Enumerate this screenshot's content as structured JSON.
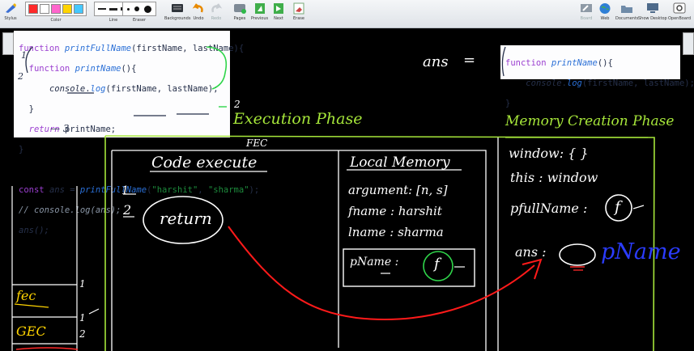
{
  "toolbar": {
    "stylus": "Stylus",
    "color": "Color",
    "line": "Line",
    "eraser": "Eraser",
    "backgrounds": "Backgrounds",
    "undo": "Undo",
    "redo": "Redo",
    "pages": "Pages",
    "previous": "Previous",
    "next": "Next",
    "erase": "Erase",
    "board": "Board",
    "web": "Web",
    "documents": "Documents",
    "show_desktop": "Show Desktop",
    "openboard": "OpenBoard",
    "swatches": [
      "#ff2a2a",
      "#ffffff",
      "#ff66cc",
      "#ffd400",
      "#45c8ff"
    ]
  },
  "code_main": {
    "l1_kw": "function",
    "l1_fn": "printFullName",
    "l1_rest": "(firstName, lastName){",
    "l2_kw": "function",
    "l2_fn": "printName",
    "l2_rest": "(){",
    "l3_obj": "console",
    "l3_fn": "log",
    "l3_rest": "(firstName, lastName);",
    "l4": "}",
    "l5_kw": "return",
    "l5_rest": " printName;",
    "l6": "}",
    "l8_kw": "const",
    "l8_var": "ans",
    "l8_fn": "printFullName",
    "l8_s1": "\"harshit\"",
    "l8_s2": "\"sharma\"",
    "l9": "// console.log(ans);",
    "l10": "ans();"
  },
  "code_ans": {
    "l1_kw": "function",
    "l1_fn": "printName",
    "l1_rest": "(){",
    "l2_obj": "console",
    "l2_fn": "log",
    "l2_rest": "(firstName, lastName);",
    "l3": "}"
  },
  "ink": {
    "ans_label": "ans",
    "equals": "=",
    "execution_phase": "Execution Phase",
    "memory_creation_phase": "Memory Creation Phase",
    "fec": "FEC",
    "code_execute": "Code execute",
    "local_memory": "Local Memory",
    "step1": "1",
    "step2": "2",
    "return_word": "return",
    "arguments": "argument: [n, s]",
    "fname": "fname : harshit",
    "lname": "lname : sharma",
    "pname": "pName :",
    "f_letter": "f",
    "window": "window: {   }",
    "this_window": "this : window",
    "pfullname": "pfullName :",
    "ans_mem": "ans :",
    "pname_blue": "pName",
    "stack_fec": "fec",
    "stack_gec": "GEC",
    "num_1a": "1",
    "num_1b": "1",
    "num_2": "2",
    "code_num1": "1",
    "code_num2": "2",
    "code_num2b": "2",
    "code_num3": "— 3"
  }
}
